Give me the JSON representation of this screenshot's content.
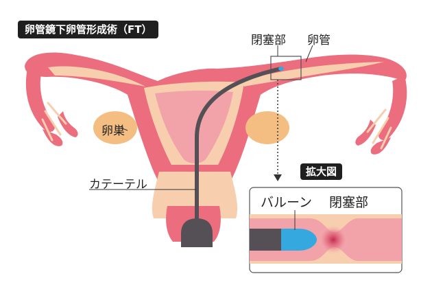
{
  "diagram": {
    "title": "卵管鏡下卵管形成術（FT）",
    "labels": {
      "occlusion_top": "閉塞部",
      "fallopian_tube": "卵管",
      "ovary": "卵巣",
      "catheter": "カテーテル",
      "zoom_tag": "拡大図",
      "balloon": "バルーン",
      "occlusion_detail": "閉塞部"
    },
    "colors": {
      "tissue_pink": "#ec6e7e",
      "inner_pink": "#f2a3aa",
      "skin_peach": "#f8cfae",
      "ovary_orange": "#f4be82",
      "catheter_gray": "#555055",
      "balloon_blue": "#36a8e0",
      "occlusion_red": "#c02446"
    }
  }
}
